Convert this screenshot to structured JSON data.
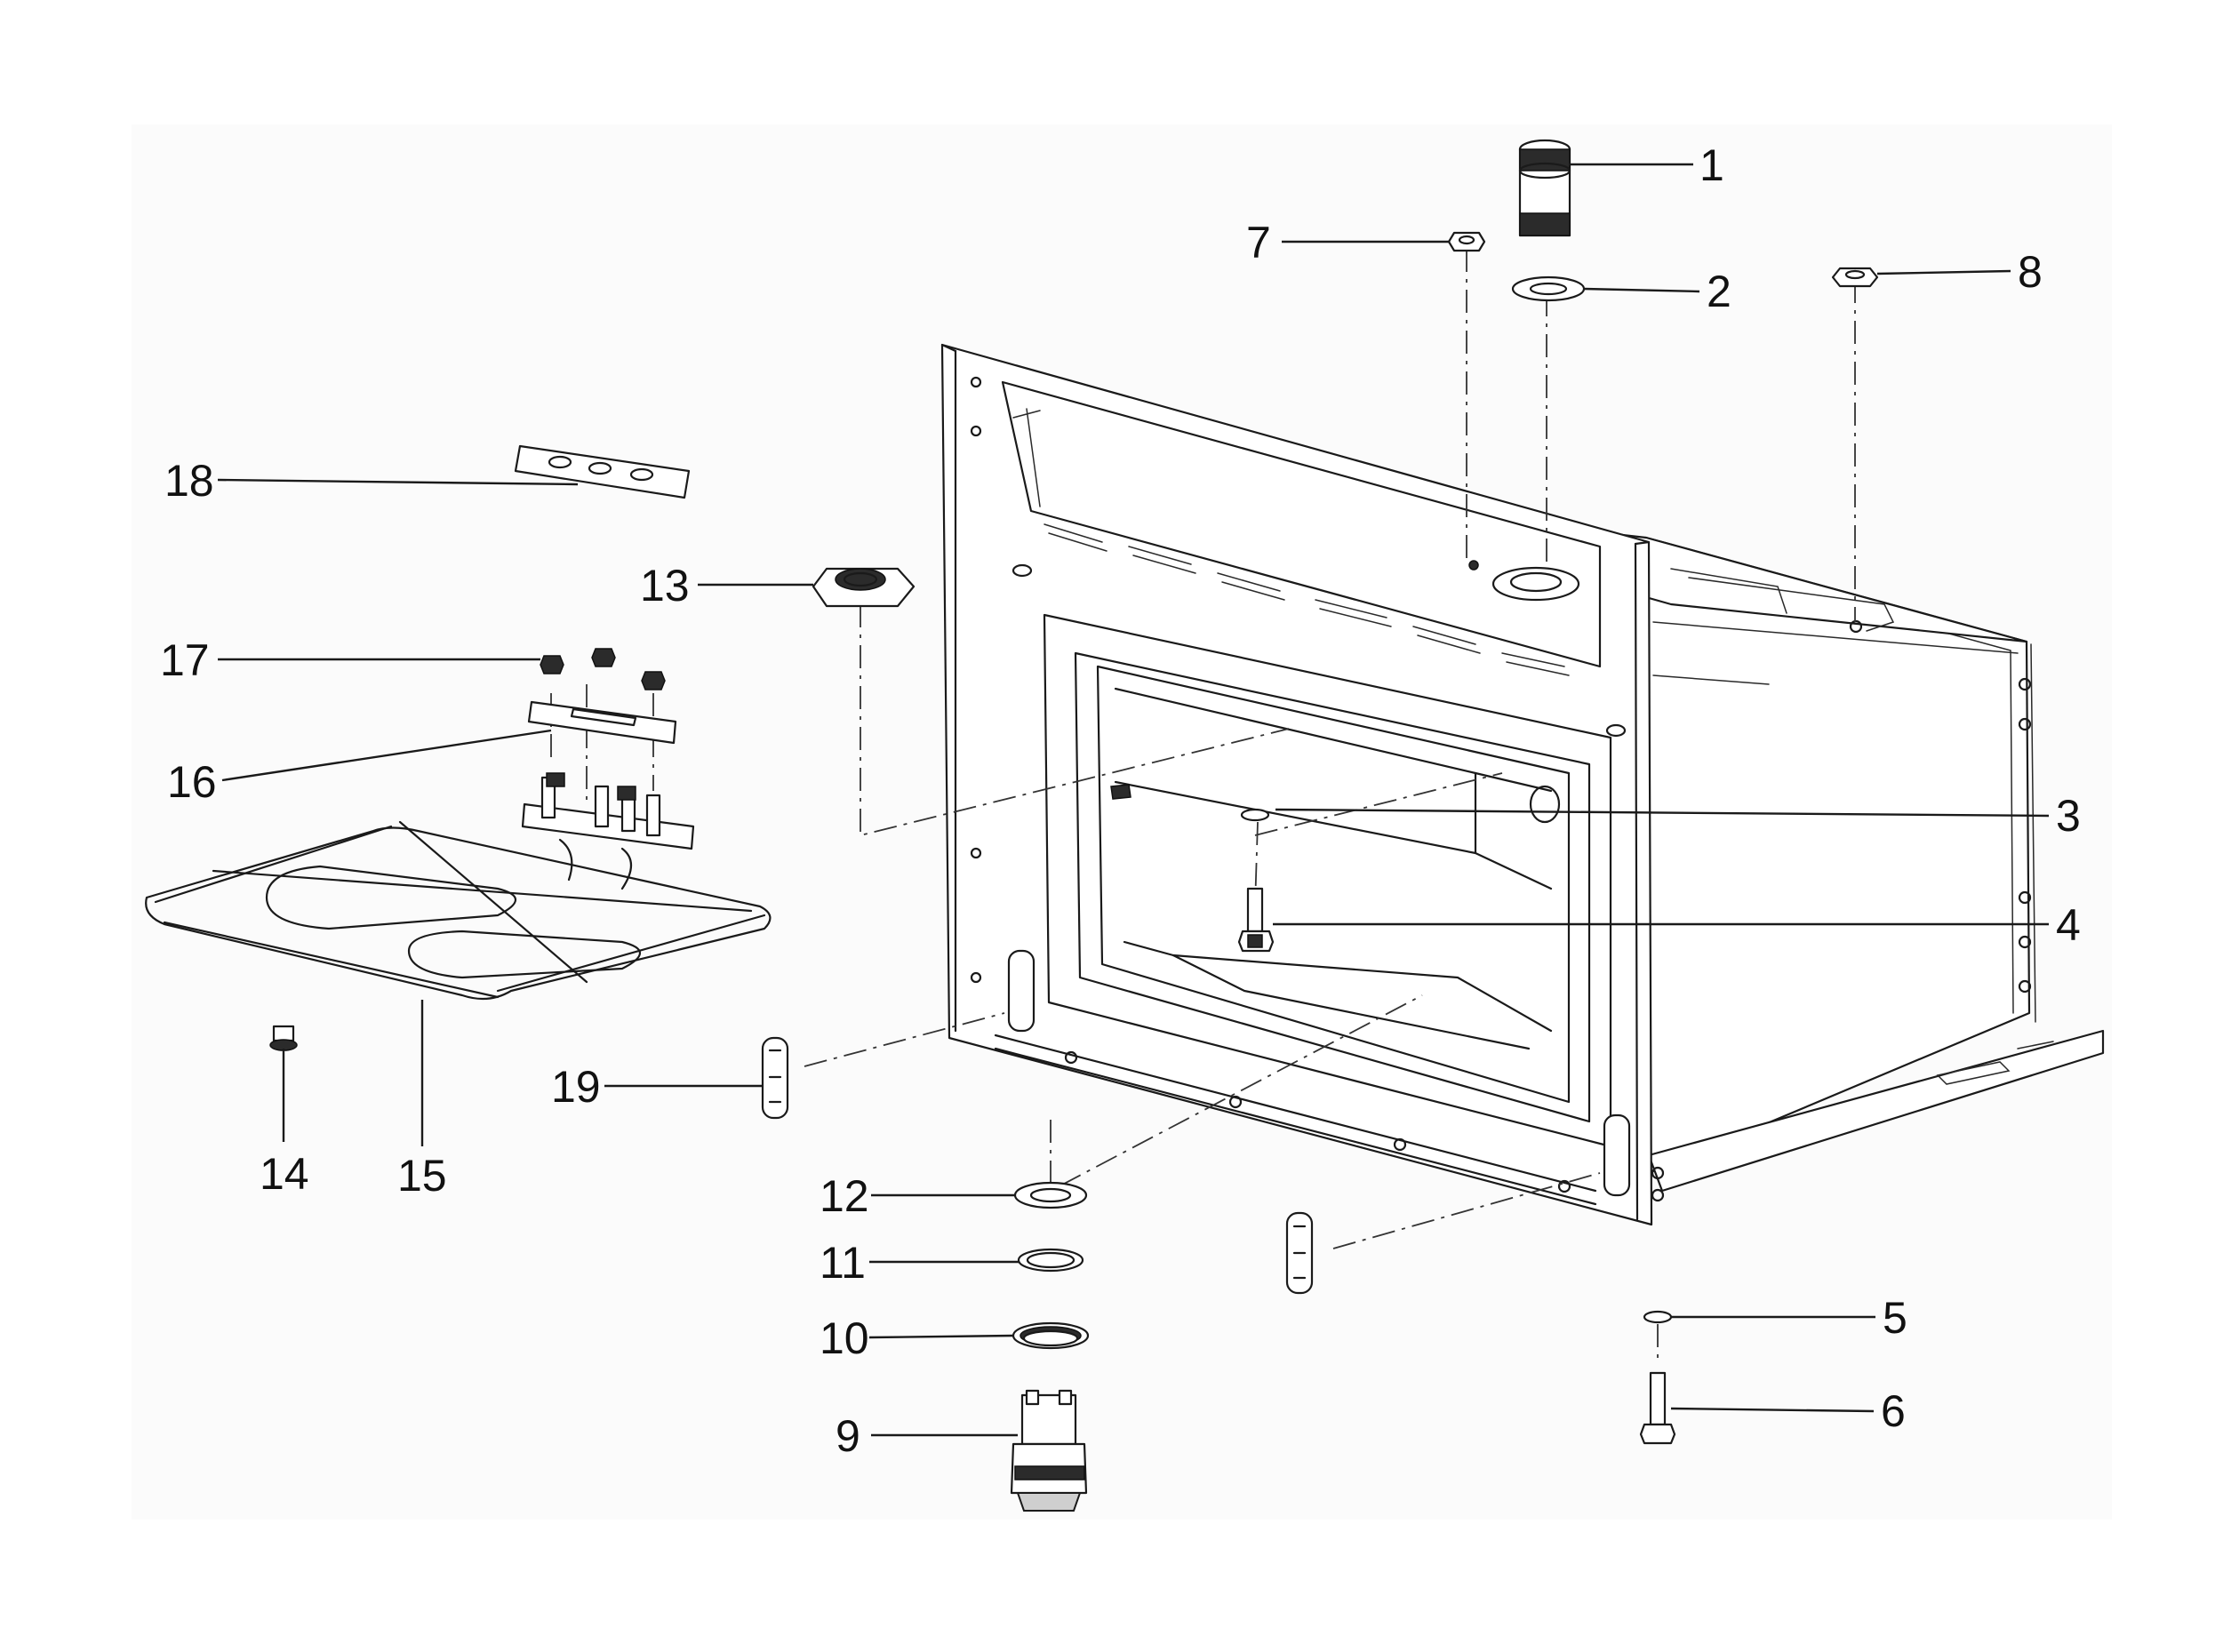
{
  "diagram": {
    "parts": [
      {
        "number": "1"
      },
      {
        "number": "2"
      },
      {
        "number": "3"
      },
      {
        "number": "4"
      },
      {
        "number": "5"
      },
      {
        "number": "6"
      },
      {
        "number": "7"
      },
      {
        "number": "8"
      },
      {
        "number": "9"
      },
      {
        "number": "10"
      },
      {
        "number": "11"
      },
      {
        "number": "12"
      },
      {
        "number": "13"
      },
      {
        "number": "14"
      },
      {
        "number": "15"
      },
      {
        "number": "16"
      },
      {
        "number": "17"
      },
      {
        "number": "18"
      },
      {
        "number": "19"
      }
    ],
    "colors": {
      "line": "#1a1a1a",
      "background": "#ffffff",
      "panel": "#fbfbfb"
    }
  }
}
